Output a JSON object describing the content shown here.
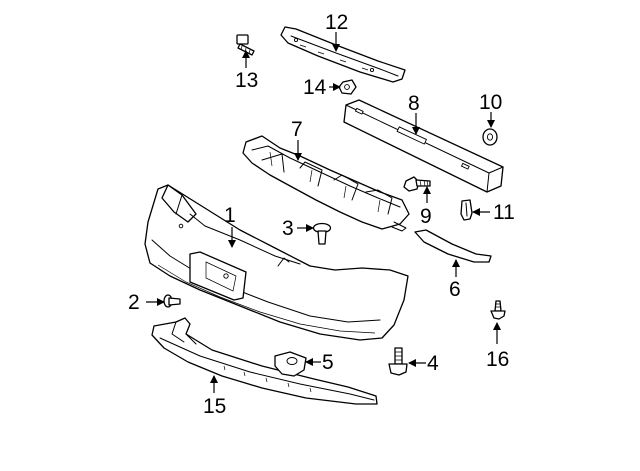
{
  "diagram": {
    "colors": {
      "line": "#000000",
      "fill": "#ffffff",
      "background": "#ffffff"
    },
    "callouts": {
      "c1": "1",
      "c2": "2",
      "c3": "3",
      "c4": "4",
      "c5": "5",
      "c6": "6",
      "c7": "7",
      "c8": "8",
      "c9": "9",
      "c10": "10",
      "c11": "11",
      "c12": "12",
      "c13": "13",
      "c14": "14",
      "c15": "15",
      "c16": "16"
    }
  }
}
